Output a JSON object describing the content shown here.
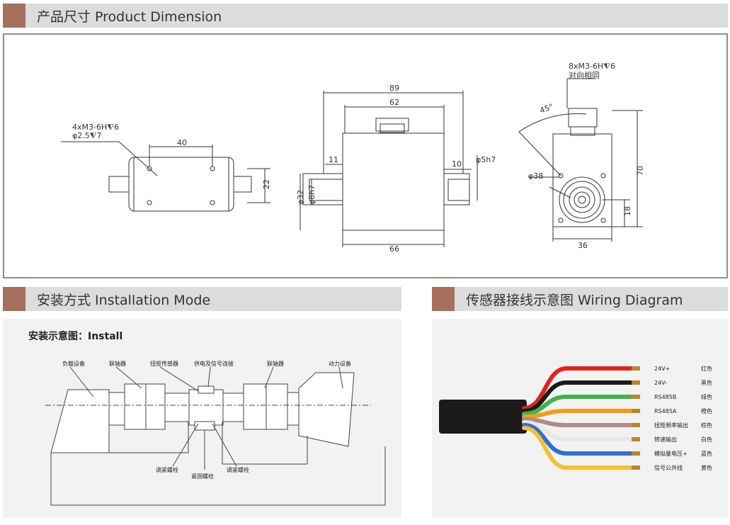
{
  "headers": {
    "dimension": "产品尺寸 Product Dimension",
    "installation": "安装方式 Installation Mode",
    "wiring": "传感器接线示意图 Wiring Diagram"
  },
  "dimension": {
    "side": {
      "hole_spec1": "4xM3-6H⧨6",
      "hole_spec2": "φ2.5⧨7",
      "width_40": "40",
      "height_22": "22"
    },
    "front": {
      "dim_89": "89",
      "dim_62": "62",
      "dim_11": "11",
      "dim_10": "10",
      "dim_phi5h7": "φ5h7",
      "dim_phi32": "φ32",
      "dim_phi8h7": "φ8h7",
      "dim_66": "66"
    },
    "end": {
      "hole_spec": "8xM3-6H⧨6",
      "note": "对向相同",
      "angle": "45°",
      "dim_phi38": "φ38",
      "dim_70": "70",
      "dim_18": "18",
      "dim_36": "36"
    }
  },
  "install": {
    "title": "安装示意图：Install",
    "labels": [
      "负载设备",
      "联轴器",
      "扭矩传感器",
      "供电及信号连接",
      "联轴器",
      "动力设备"
    ],
    "bottom_labels": [
      "调紧螺栓",
      "紧固螺栓",
      "调紧螺栓"
    ]
  },
  "wiring": {
    "wires": [
      {
        "signal": "24V+",
        "color_name": "红色",
        "color": "#e2231a"
      },
      {
        "signal": "24V-",
        "color_name": "黑色",
        "color": "#1a1a1a"
      },
      {
        "signal": "RS485B",
        "color_name": "绿色",
        "color": "#3bb54a"
      },
      {
        "signal": "RS485A",
        "color_name": "橙色",
        "color": "#f39a1e"
      },
      {
        "signal": "扭矩频率输出",
        "color_name": "棕色",
        "color": "#b08a8a"
      },
      {
        "signal": "转速输出",
        "color_name": "白色",
        "color": "#e8e8e8"
      },
      {
        "signal": "模拟量电压+",
        "color_name": "蓝色",
        "color": "#2f6fd1"
      },
      {
        "signal": "信号公共线",
        "color_name": "黄色",
        "color": "#f2c230"
      }
    ]
  }
}
